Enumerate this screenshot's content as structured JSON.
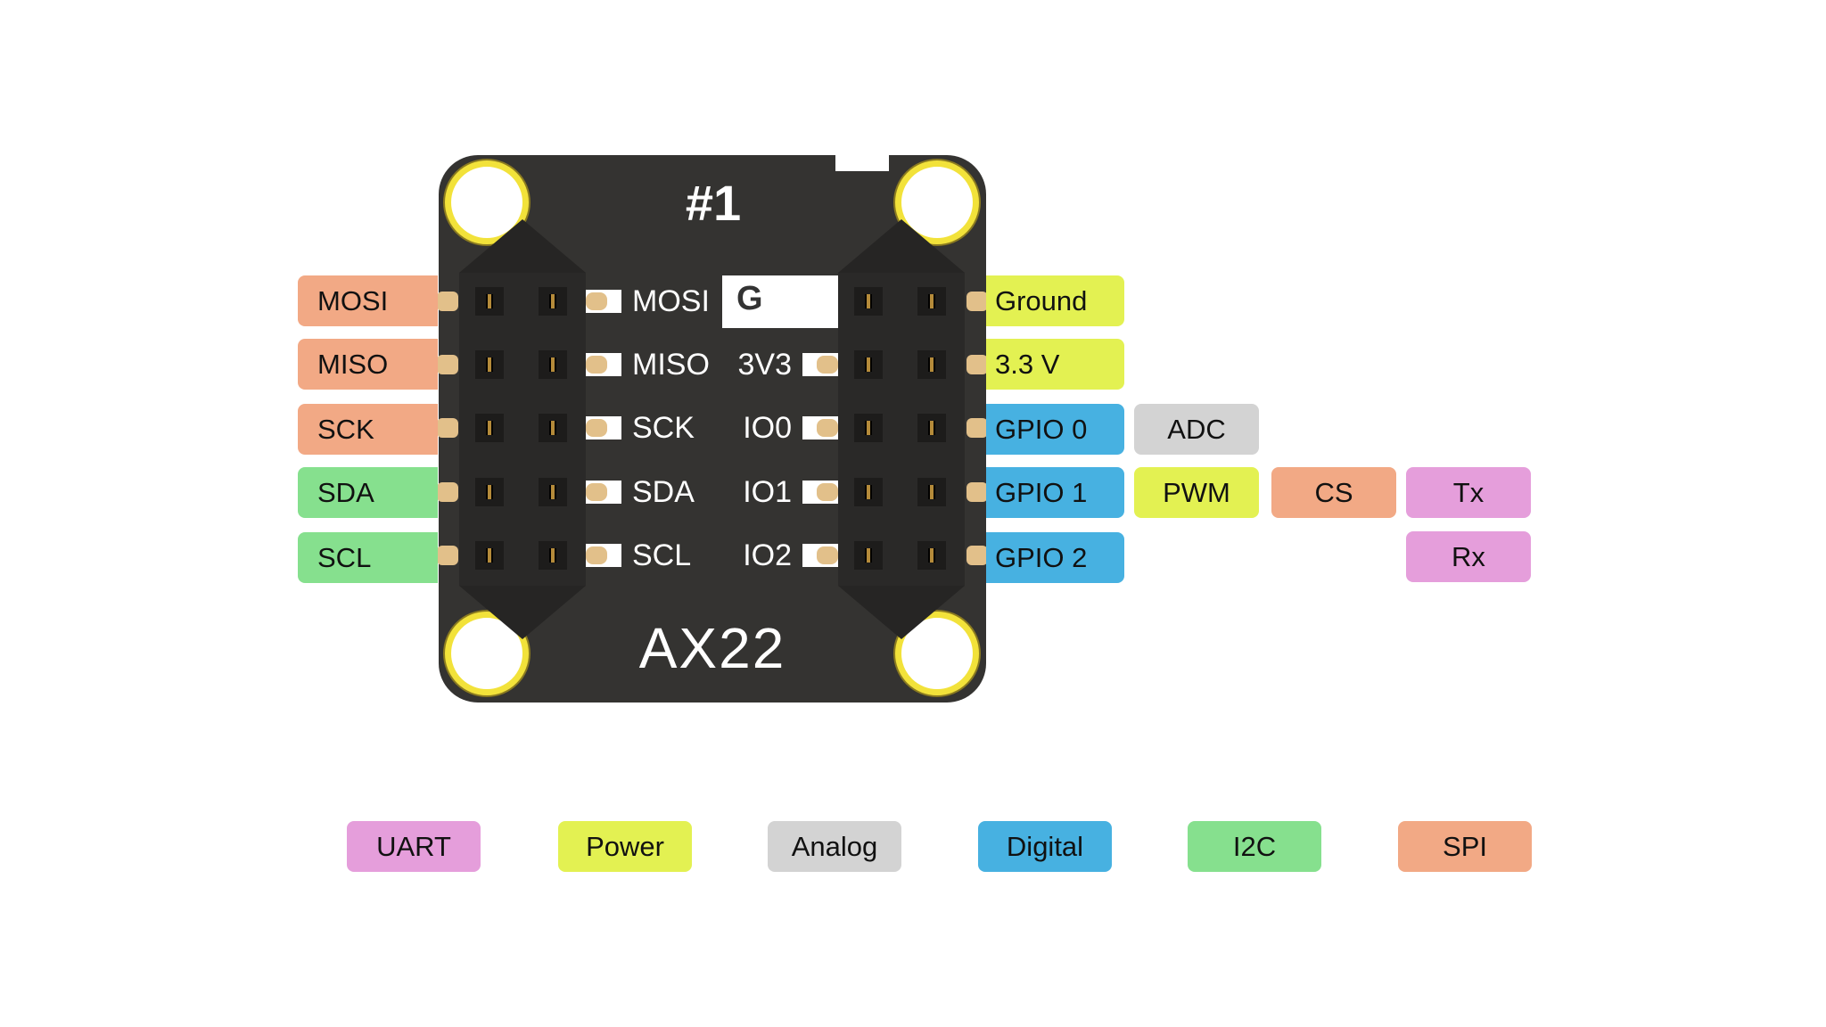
{
  "colors": {
    "spi": "#F2A985",
    "i2c": "#86E08E",
    "power": "#E3F152",
    "digital": "#47B1E1",
    "analog": "#D3D3D3",
    "uart": "#E59EDB",
    "board": "#343331"
  },
  "board": {
    "title": "#1",
    "logo": "AX22",
    "g_label": "G"
  },
  "left_labels": [
    {
      "text": "MOSI",
      "group": "spi"
    },
    {
      "text": "MISO",
      "group": "spi"
    },
    {
      "text": "SCK",
      "group": "spi"
    },
    {
      "text": "SDA",
      "group": "i2c"
    },
    {
      "text": "SCL",
      "group": "i2c"
    }
  ],
  "inner_left": [
    "MOSI",
    "MISO",
    "SCK",
    "SDA",
    "SCL"
  ],
  "inner_right": [
    "3V3",
    "IO0",
    "IO1",
    "IO2"
  ],
  "right_labels": [
    {
      "text": "Ground",
      "group": "power"
    },
    {
      "text": "3.3 V",
      "group": "power"
    },
    {
      "text": "GPIO 0",
      "group": "digital"
    },
    {
      "text": "GPIO 1",
      "group": "digital"
    },
    {
      "text": "GPIO 2",
      "group": "digital"
    }
  ],
  "alt_functions": {
    "adc": "ADC",
    "pwm": "PWM",
    "cs": "CS",
    "tx": "Tx",
    "rx": "Rx"
  },
  "legend": [
    {
      "text": "UART",
      "group": "uart"
    },
    {
      "text": "Power",
      "group": "power"
    },
    {
      "text": "Analog",
      "group": "analog"
    },
    {
      "text": "Digital",
      "group": "digital"
    },
    {
      "text": "I2C",
      "group": "i2c"
    },
    {
      "text": "SPI",
      "group": "spi"
    }
  ]
}
